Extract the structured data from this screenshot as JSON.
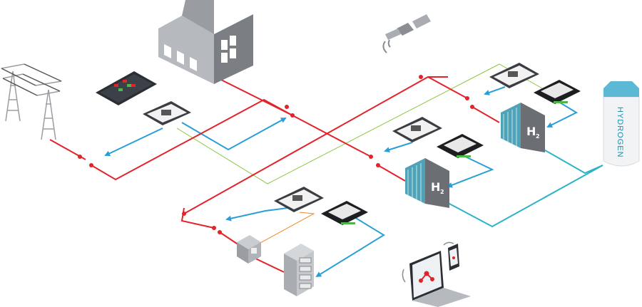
{
  "labels": {
    "h2_main": "H",
    "h2_sub": "2",
    "tank_label": "HYDROGEN"
  },
  "colors": {
    "power_line": "#e2232a",
    "control_line": "#2a9fd6",
    "bus_line": "#2bb3c8",
    "signal_green": "#8cc63f",
    "signal_orange": "#f08a24",
    "building_dark": "#7b7f84",
    "building_light": "#b6b9bd"
  },
  "icons": {
    "grid": "power-pylon-icon",
    "factory": "factory-icon",
    "satellite": "satellite-icon",
    "hmi": "touch-panel-icon",
    "controller": "controller-module-icon",
    "display": "controller-display-icon",
    "fuel_cell": "fuel-cell-stack-icon",
    "tank": "hydrogen-tank-icon",
    "inverter": "inverter-icon",
    "battery": "battery-cabinet-icon",
    "remote": "laptop-phone-icon"
  }
}
